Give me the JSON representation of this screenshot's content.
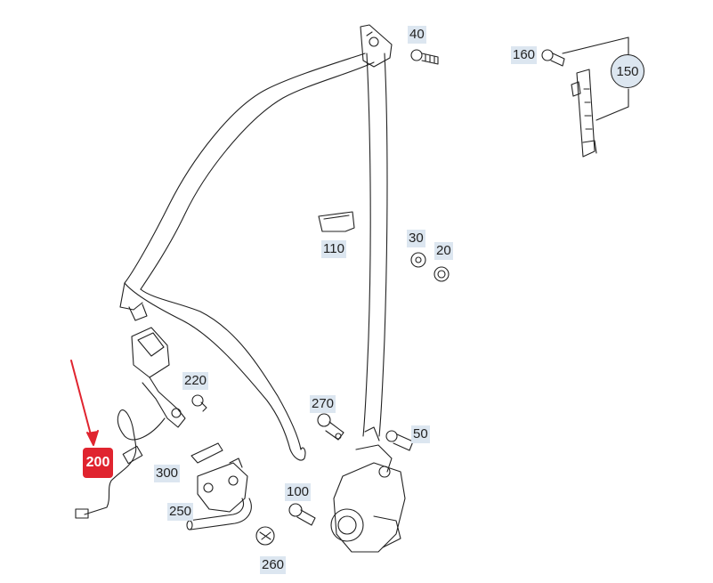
{
  "parts": {
    "p40": "40",
    "p160": "160",
    "p150": "150",
    "p110": "110",
    "p30": "30",
    "p20": "20",
    "p220": "220",
    "p270": "270",
    "p50": "50",
    "p300": "300",
    "p100": "100",
    "p250": "250",
    "p260": "260"
  },
  "highlight": {
    "label": "200",
    "color": "#e0242f"
  }
}
